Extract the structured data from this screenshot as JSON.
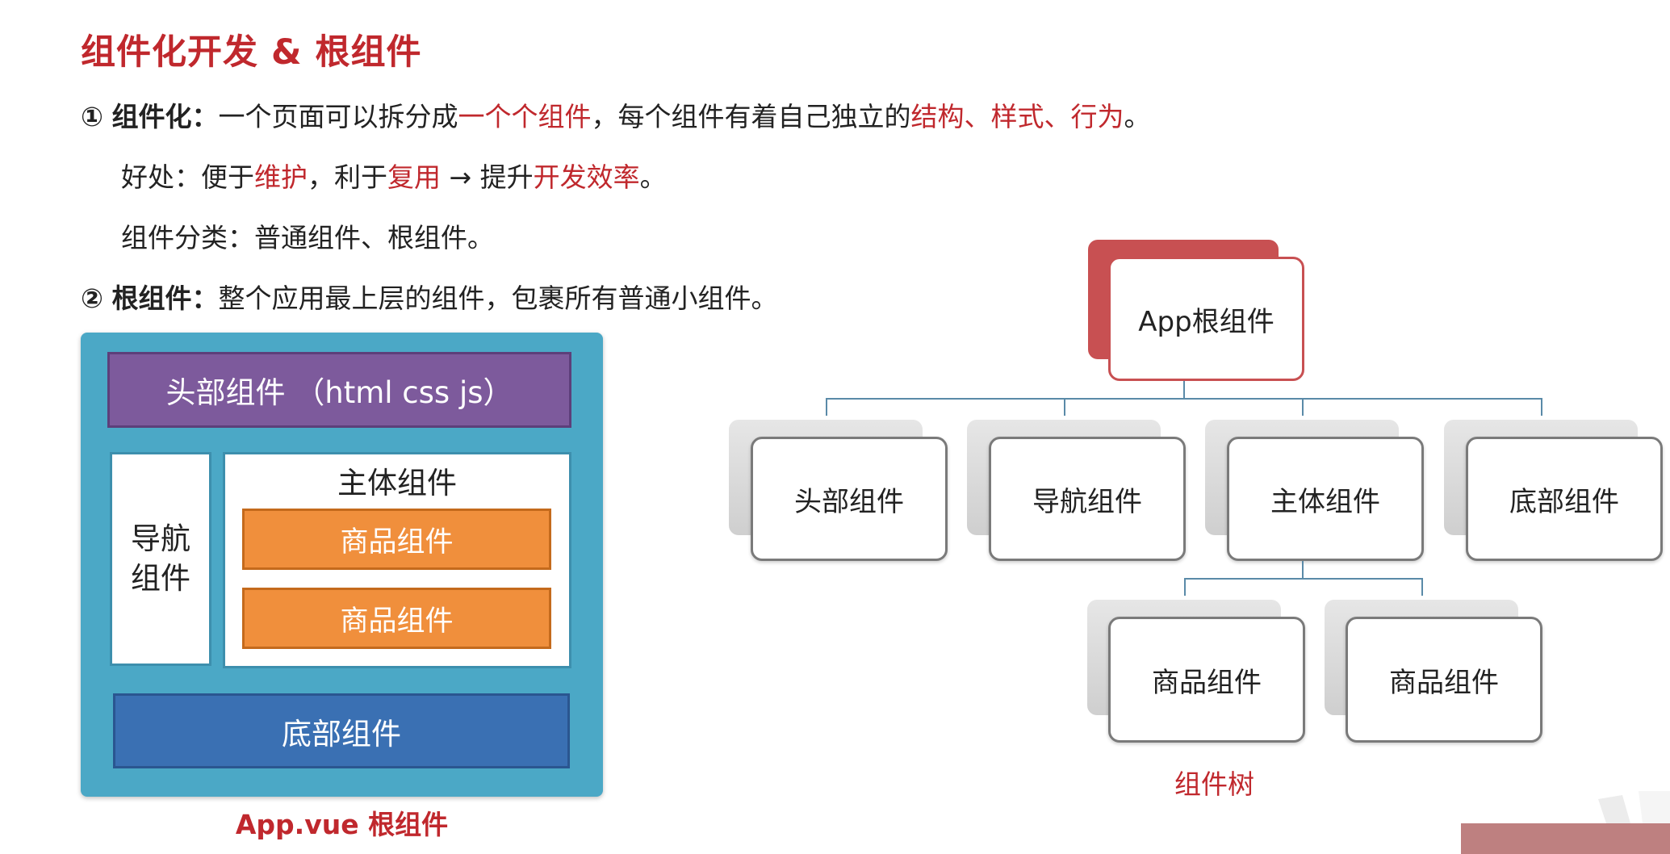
{
  "title": "组件化开发 & 根组件",
  "point1": {
    "marker": "①",
    "label": "组件化：",
    "text_a": "一个页面可以拆分成",
    "highlight_a": "一个个组件",
    "text_b": "，每个组件有着自己独立的",
    "highlight_b": "结构、样式、行为",
    "text_c": "。"
  },
  "benefit": {
    "prefix": "好处：便于",
    "hl1": "维护",
    "mid1": "，利于",
    "hl2": "复用",
    "mid2": " → 提升",
    "hl3": "开发效率",
    "end": "。"
  },
  "classification": "组件分类：普通组件、根组件。",
  "point2": {
    "marker": "②",
    "label": "根组件：",
    "text": "整个应用最上层的组件，包裹所有普通小组件。"
  },
  "layout_diagram": {
    "header": "头部组件 （html css js）",
    "nav": [
      "导航",
      "组件"
    ],
    "main": "主体组件",
    "goods": [
      "商品组件",
      "商品组件"
    ],
    "footer": "底部组件",
    "caption": "App.vue 根组件"
  },
  "tree": {
    "root": "App根组件",
    "children": [
      "头部组件",
      "导航组件",
      "主体组件",
      "底部组件"
    ],
    "grandchildren": [
      "商品组件",
      "商品组件"
    ],
    "caption": "组件树",
    "colors": {
      "root": "#c85052",
      "connector": "#5a8aa8"
    }
  },
  "colors": {
    "accent": "#c0282d",
    "frame": "#4ba8c6",
    "header": "#7d5a9c",
    "goods": "#f08f3c",
    "footer": "#3a70b3"
  }
}
